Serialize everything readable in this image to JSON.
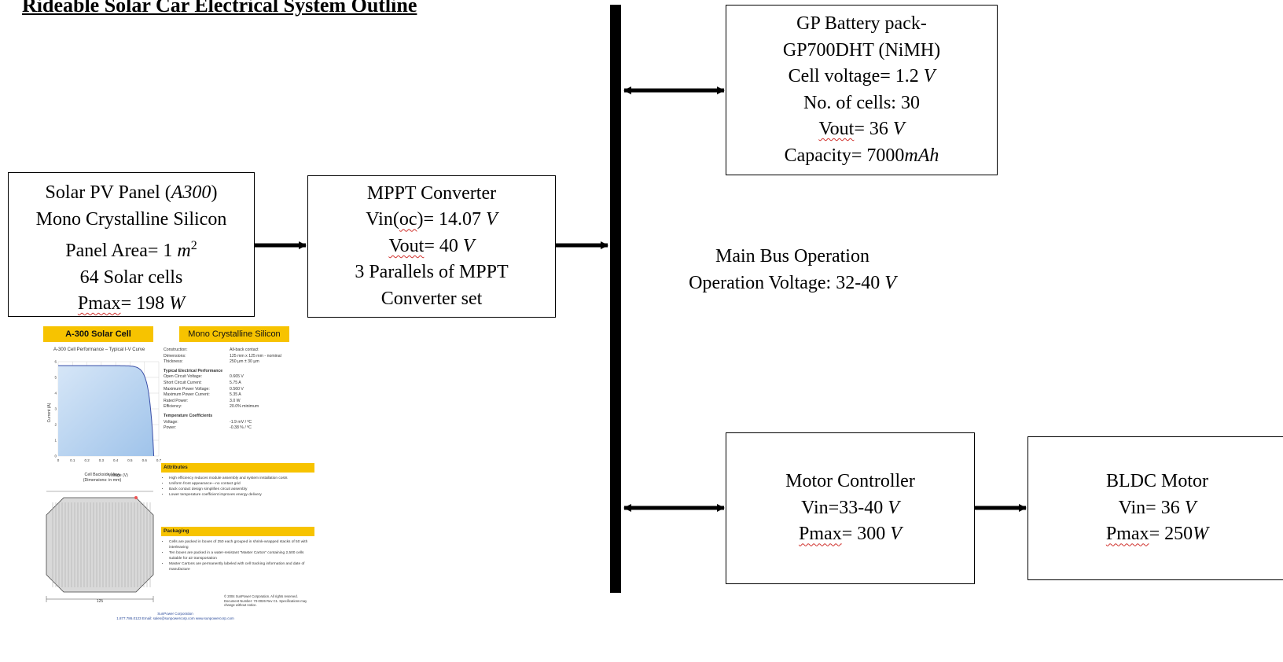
{
  "title": "Rideable Solar Car Electrical System Outline",
  "solar_panel": {
    "line1_text": "Solar PV Panel  (",
    "line1_model": "A300",
    "line1_close": ")",
    "line2": "Mono Crystalline Silicon",
    "line3_text": "Panel Area= 1 ",
    "line3_unit": "m",
    "line3_exp": "2",
    "line4": "64 Solar cells",
    "line5_label": "Pmax",
    "line5_value": "= 198 ",
    "line5_unit": "W"
  },
  "mppt": {
    "line1": "MPPT Converter",
    "line2_a": "Vin(",
    "line2_b": "oc",
    "line2_c": ")= 14.07 ",
    "line2_unit": "V",
    "line3_label": "Vout",
    "line3_value": "= 40 ",
    "line3_unit": "V",
    "line4": "3 Parallels of MPPT",
    "line5": "Converter set"
  },
  "battery": {
    "line1": "GP Battery pack-",
    "line2": "GP700DHT (NiMH)",
    "line3_text": "Cell voltage= 1.2 ",
    "line3_unit": "V",
    "line4": "No. of cells: 30",
    "line5_label": "Vout",
    "line5_value": "= 36 ",
    "line5_unit": "V",
    "line6_text": "Capacity= 7000",
    "line6_unit": "mAh"
  },
  "bus": {
    "line1": "Main Bus Operation",
    "line2_text": "Operation Voltage: 32-40 ",
    "line2_unit": "V"
  },
  "motor_controller": {
    "line1": "Motor Controller",
    "line2_text": "Vin=33-40 ",
    "line2_unit": "V",
    "line3_label": "Pmax",
    "line3_value": "= 300 ",
    "line3_unit": "V"
  },
  "bldc": {
    "line1": "BLDC Motor",
    "line2_text": "Vin= 36 ",
    "line2_unit": "V",
    "line3_label": "Pmax",
    "line3_value": "= 250",
    "line3_unit": "W"
  },
  "datasheet": {
    "header_left": "A-300 Solar Cell",
    "header_right": "Mono Crystalline Silicon",
    "chart_title": "A-300 Cell Performance – Typical I-V Curve",
    "chart_ylabel": "Current (A)",
    "chart_xlabel": "Voltage (V)",
    "y_ticks": [
      "6",
      "5",
      "4",
      "3",
      "2",
      "1",
      "0"
    ],
    "x_ticks": [
      "0",
      "0.1",
      "0.2",
      "0.3",
      "0.4",
      "0.5",
      "0.6",
      "0.7"
    ],
    "construction": [
      {
        "k": "Construction:",
        "v": "All-back contact"
      },
      {
        "k": "Dimensions:",
        "v": "125 mm x 125 mm - nominal"
      },
      {
        "k": "Thickness:",
        "v": "250 µm ± 30 µm"
      }
    ],
    "elec_title": "Typical Electrical Performance",
    "elec": [
      {
        "k": "Open Circuit Voltage:",
        "v": "0.665 V"
      },
      {
        "k": "Short Circuit Current:",
        "v": "5.75 A"
      },
      {
        "k": "Maximum Power Voltage:",
        "v": "0.560 V"
      },
      {
        "k": "Maximum Power Current:",
        "v": "5.35 A"
      },
      {
        "k": "Rated Power:",
        "v": "3.0 W"
      },
      {
        "k": "Efficiency:",
        "v": "20.0% minimum"
      }
    ],
    "temp_title": "Temperature Coefficients",
    "temp": [
      {
        "k": "Voltage:",
        "v": "-1.9 mV / ºC"
      },
      {
        "k": "Power:",
        "v": "-0.38 % / ºC"
      }
    ],
    "attributes_title": "Attributes",
    "attributes": [
      "High efficiency reduces module assembly and system installation costs",
      "Uniform front appearance—no contact grid",
      "Back contact design simplifies circuit assembly",
      "Lower temperature coefficient improves energy delivery"
    ],
    "packaging_title": "Packaging",
    "packaging": [
      "Cells are packed in boxes of 250 each grouped in shrink-wrapped stacks of 50 with interleaving",
      "Ten boxes are packed in a water-resistant \"Master Carton\" containing 2,500 cells suitable for air transportation",
      "Master Cartons are permanently labeled with cell tracking information and date of manufacture"
    ],
    "back_title_1": "Cell Backside View",
    "back_title_2": "(Dimensions: in mm)",
    "dim_label": "125",
    "copyright": "© 2004 SunPower Corporation. All rights reserved. Document Number: 73-0026 Rev C1. Specifications may change without notice.",
    "company": "SunPower Corporation",
    "contact": "1.877.786.0123   Email: sales@sunpowercorp.com   www.sunpowercorp.com"
  }
}
